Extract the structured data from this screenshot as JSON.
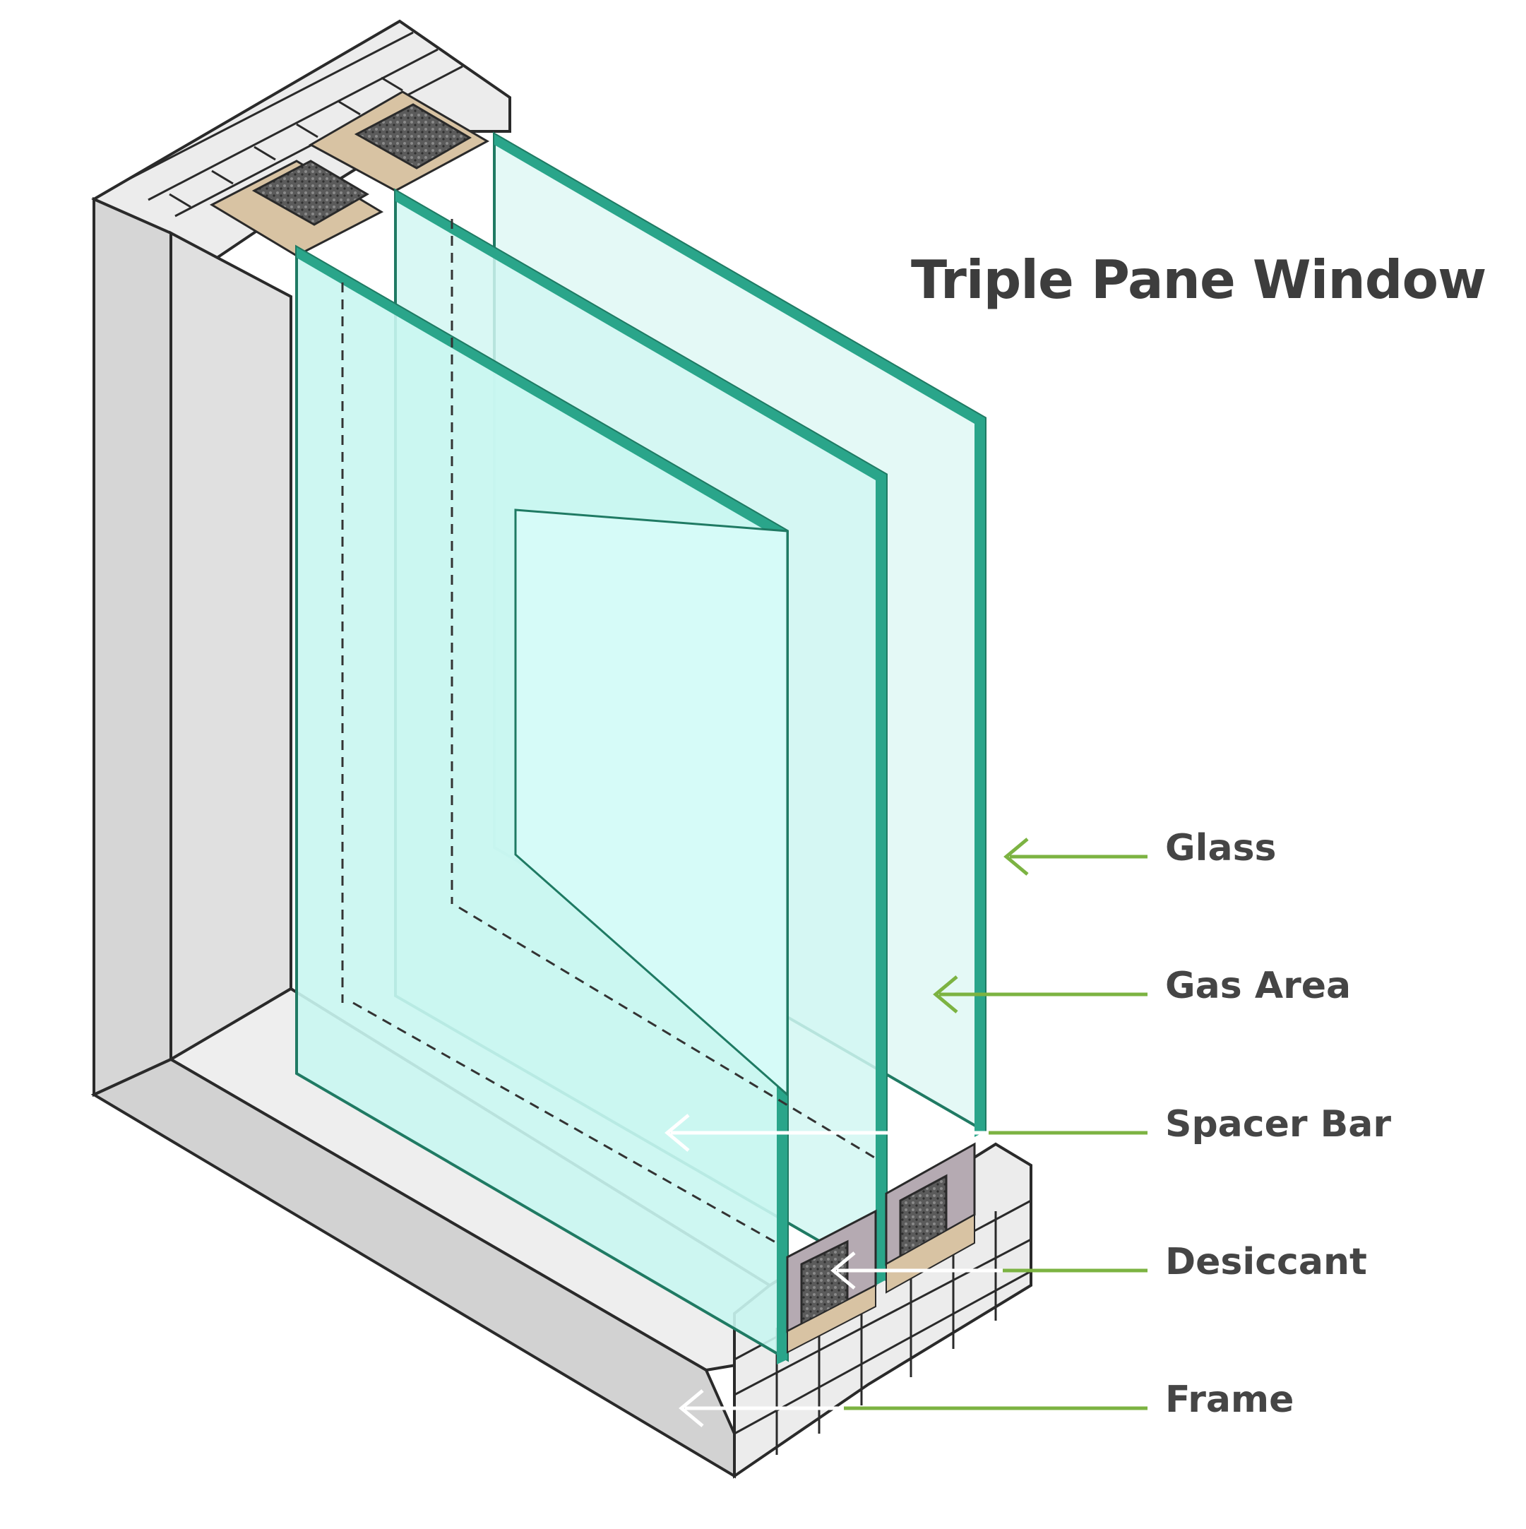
{
  "title": "Triple Pane Window",
  "labels": {
    "glass": "Glass",
    "gas_area": "Gas Area",
    "spacer_bar": "Spacer Bar",
    "desiccant": "Desiccant",
    "frame": "Frame"
  },
  "colors": {
    "glass_edge": "#2aa58a",
    "glass_tint": "#d2f7f2",
    "frame": "#e2e2e2",
    "spacer": "#b5aab2",
    "desiccant": "#5b5b5b",
    "sealant": "#d8c3a3",
    "pointer_line": "#7cb342",
    "title": "#3d3d3d",
    "label": "#454545"
  }
}
